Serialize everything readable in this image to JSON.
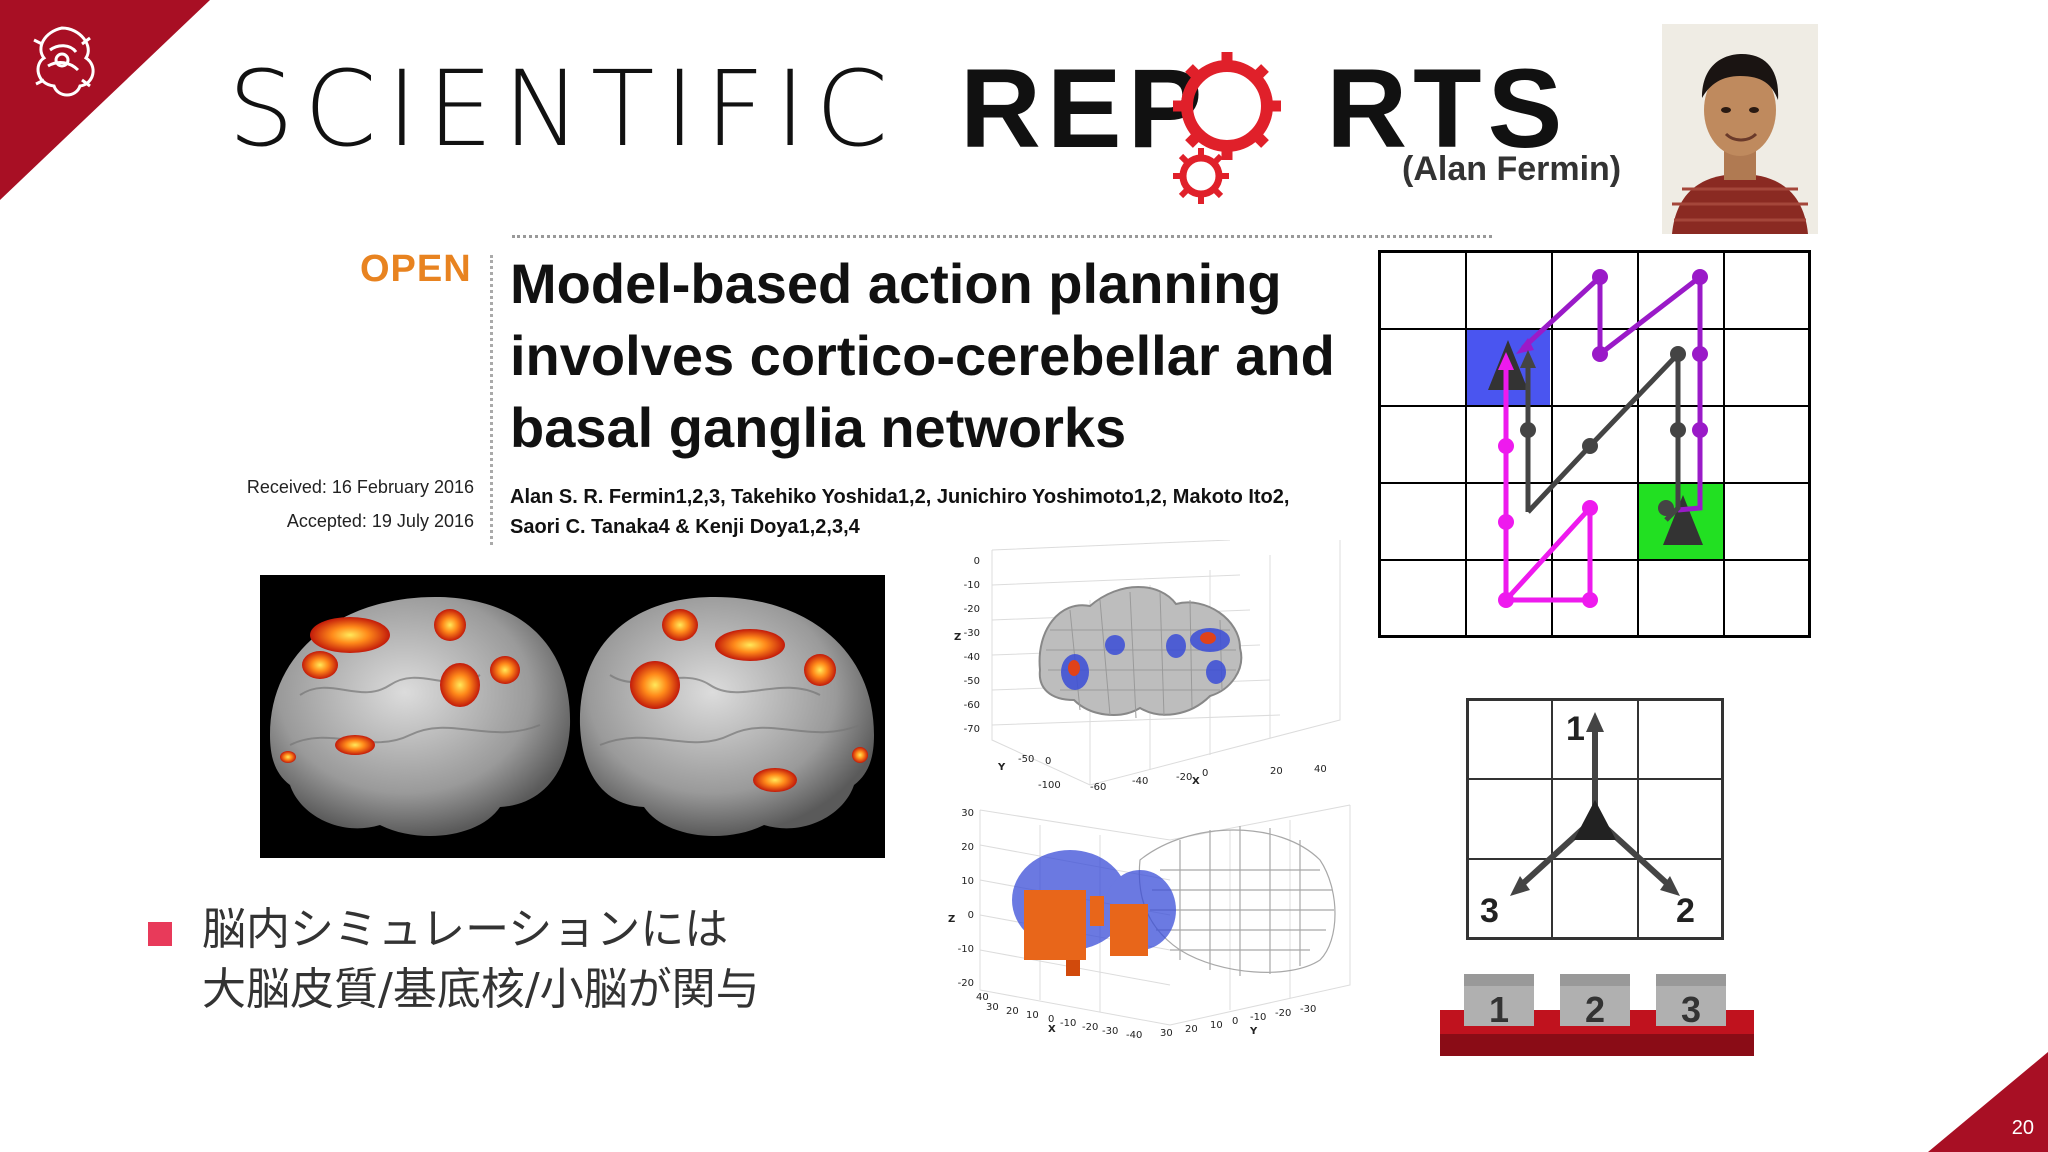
{
  "slide": {
    "page_number": "20",
    "accent_color": "#a80f24"
  },
  "logo": {
    "part1": "SCIENTIFIC",
    "part2_a": "REP",
    "part2_b": "RTS",
    "gear_color": "#e0202a"
  },
  "author_tag": "(Alan Fermin)",
  "paper": {
    "open_label": "OPEN",
    "title_lines": [
      "Model-based action planning",
      "involves cortico-cerebellar and",
      "basal ganglia networks"
    ],
    "received": "Received: 16 February 2016",
    "accepted": "Accepted: 19 July 2016",
    "authors_line1": "Alan S. R. Fermin1,2,3, Takehiko Yoshida1,2, Junichiro Yoshimoto1,2, Makoto Ito2,",
    "authors_line2": "Saori C. Tanaka4 & Kenji Doya1,2,3,4"
  },
  "bullet": {
    "line1": "脳内シミュレーションには",
    "line2": "大脳皮質/基底核/小脳が関与",
    "color": "#e83a5a"
  },
  "plot_top": {
    "z_label": "Z",
    "y_label": "Y",
    "x_label": "X",
    "z_ticks": [
      "0",
      "-10",
      "-20",
      "-30",
      "-40",
      "-50",
      "-60",
      "-70"
    ],
    "y_ticks": [
      "0",
      "-50",
      "-100"
    ],
    "x_ticks": [
      "-60",
      "-40",
      "-20",
      "0",
      "20",
      "40"
    ]
  },
  "plot_bottom": {
    "z_label": "Z",
    "x_label": "X",
    "y_label": "Y",
    "z_ticks": [
      "30",
      "20",
      "10",
      "0",
      "-10",
      "-20"
    ],
    "x_ticks": [
      "40",
      "30",
      "20",
      "10",
      "0",
      "-10",
      "-20",
      "-30",
      "-40"
    ],
    "y_ticks": [
      "30",
      "20",
      "10",
      "0",
      "-10",
      "-20",
      "-30"
    ]
  },
  "action_diagram": {
    "labels": [
      "1",
      "2",
      "3"
    ]
  },
  "keys": {
    "labels": [
      "1",
      "2",
      "3"
    ]
  }
}
